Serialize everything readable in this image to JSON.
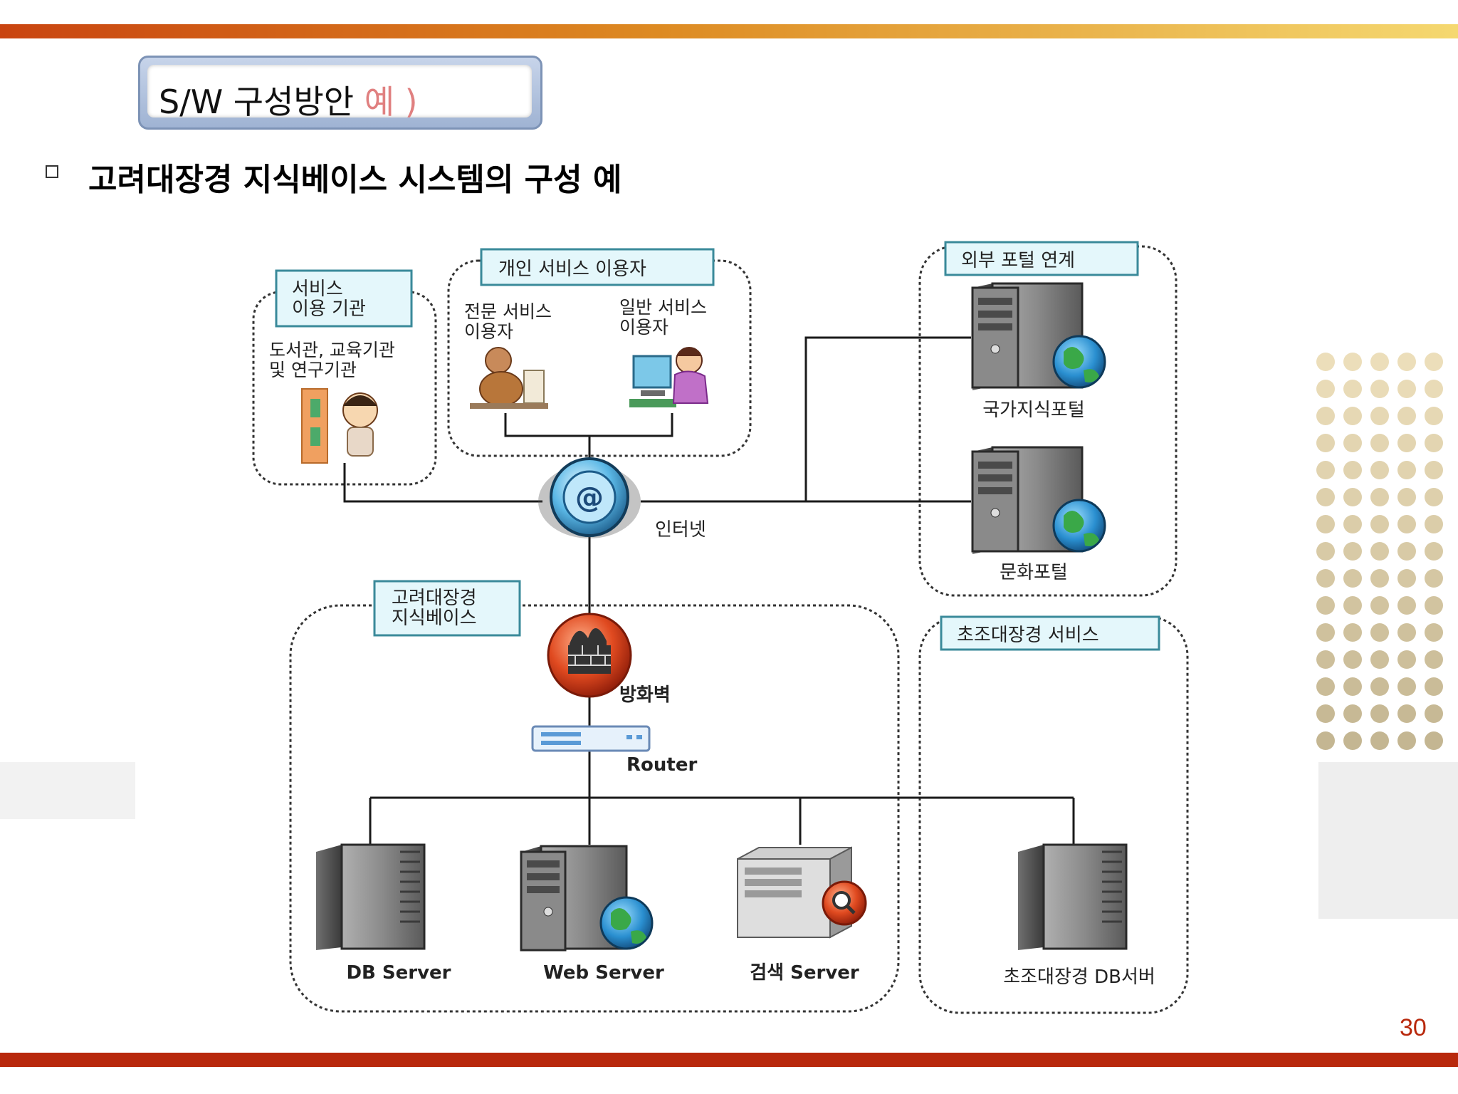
{
  "slide": {
    "title": "S/W 구성방안",
    "title_accent": "예 )",
    "subtitle": "고려대장경 지식베이스 시스템의 구성 예",
    "page_number": "30"
  },
  "diagram": {
    "groups": {
      "service_org": {
        "label": "서비스\n이용 기관",
        "desc": "도서관, 교육기관\n및 연구기관"
      },
      "personal": {
        "label": "개인 서비스 이용자",
        "expert": "전문 서비스\n이용자",
        "general": "일반 서비스\n이용자"
      },
      "external": {
        "label": "외부 포털 연계",
        "portal1": "국가지식포털",
        "portal2": "문화포털"
      },
      "koryo_kb": {
        "label": "고려대장경\n지식베이스"
      },
      "chojo": {
        "label": "초조대장경 서비스",
        "db": "초조대장경 DB서버"
      }
    },
    "nodes": {
      "internet": "인터넷",
      "firewall": "방화벽",
      "router": "Router",
      "db_server": "DB Server",
      "web_server": "Web Server",
      "search_server": "검색 Server"
    }
  },
  "colors": {
    "accent": "#b8280c",
    "label_fill": "#e4f7fb",
    "label_border": "#3a8a9a",
    "title_accent": "#e08080"
  }
}
